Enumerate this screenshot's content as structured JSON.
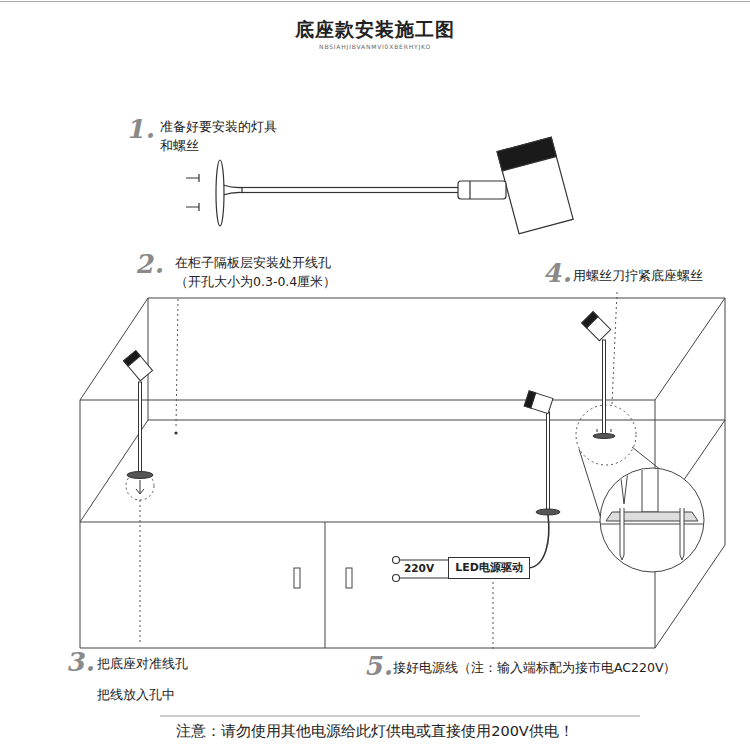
{
  "diagram": {
    "title": "底座款安装施工图",
    "nodes": [
      {
        "text": [
          "LED电源驱动"
        ]
      }
    ],
    "labels": [
      "NBSIAHJIBVANMVI0XBERHYJKO",
      "1.",
      "准备好要安装的灯具 和螺丝",
      "2.",
      "在柜子隔板层安装处开线孔 （开孔大小为0.3-0.4厘米）",
      "4.",
      "用螺丝刀拧紧底座螺丝",
      "220V",
      "3.",
      "把底座对准线孔 把线放入孔中",
      "5.",
      "接好电源线（注：输入端标配为接市电AC220V）",
      "注意：请勿使用其他电源给此灯供电或直接使用200V供电！"
    ]
  }
}
